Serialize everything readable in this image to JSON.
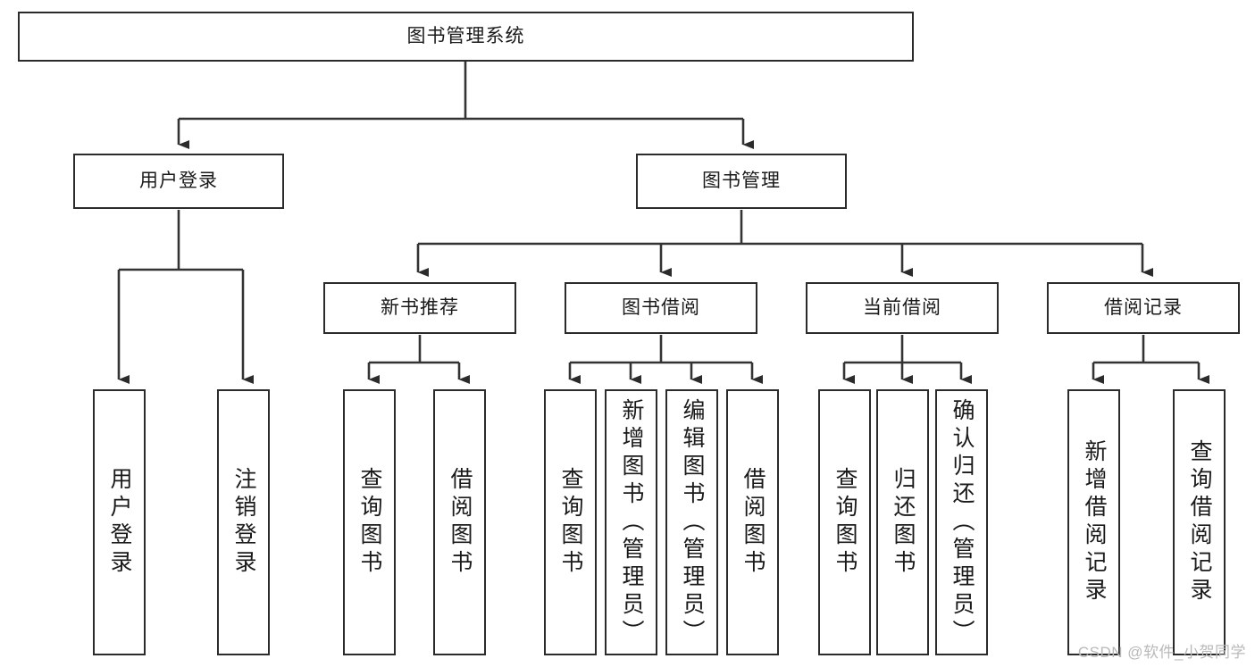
{
  "diagram": {
    "title": "图书管理系统",
    "type": "tree",
    "watermark": "CSDN @软件_小贺同学",
    "colors": {
      "box_border": "#2b2b2b",
      "box_fill": "#ffffff",
      "line": "#333333",
      "text": "#1a1a1a",
      "watermark": "#b9b9b9"
    },
    "root": {
      "label": "图书管理系统"
    },
    "level1": [
      {
        "label": "用户登录"
      },
      {
        "label": "图书管理"
      }
    ],
    "level2": [
      {
        "label": "新书推荐"
      },
      {
        "label": "图书借阅"
      },
      {
        "label": "当前借阅"
      },
      {
        "label": "借阅记录"
      }
    ],
    "leaves": {
      "user_login": [
        {
          "label": "用户登录"
        },
        {
          "label": "注销登录"
        }
      ],
      "new_book_recommend": [
        {
          "label": "查询图书"
        },
        {
          "label": "借阅图书"
        }
      ],
      "book_borrow": [
        {
          "label": "查询图书"
        },
        {
          "label": "新增图书（管理员）"
        },
        {
          "label": "编辑图书（管理员）"
        },
        {
          "label": "借阅图书"
        }
      ],
      "current_borrow": [
        {
          "label": "查询图书"
        },
        {
          "label": "归还图书"
        },
        {
          "label": "确认归还（管理员）"
        }
      ],
      "borrow_record": [
        {
          "label": "新增借阅记录"
        },
        {
          "label": "查询借阅记录"
        }
      ]
    }
  }
}
